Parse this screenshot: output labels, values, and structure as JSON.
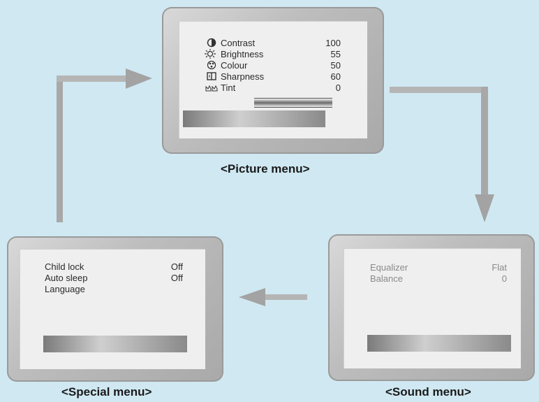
{
  "picture_menu": {
    "caption": "<Picture menu>",
    "items": [
      {
        "label": "Contrast",
        "value": "100",
        "icon": "contrast-icon"
      },
      {
        "label": "Brightness",
        "value": "55",
        "icon": "brightness-icon"
      },
      {
        "label": "Colour",
        "value": "50",
        "icon": "colour-icon"
      },
      {
        "label": "Sharpness",
        "value": "60",
        "icon": "sharpness-icon"
      },
      {
        "label": "Tint",
        "value": "0",
        "icon": "tint-icon"
      }
    ]
  },
  "sound_menu": {
    "caption": "<Sound menu>",
    "items": [
      {
        "label": "Equalizer",
        "value": "Flat"
      },
      {
        "label": "Balance",
        "value": "0"
      }
    ]
  },
  "special_menu": {
    "caption": "<Special menu>",
    "items": [
      {
        "label": "Child lock",
        "value": "Off"
      },
      {
        "label": "Auto sleep",
        "value": "Off"
      },
      {
        "label": "Language",
        "value": ""
      }
    ]
  }
}
